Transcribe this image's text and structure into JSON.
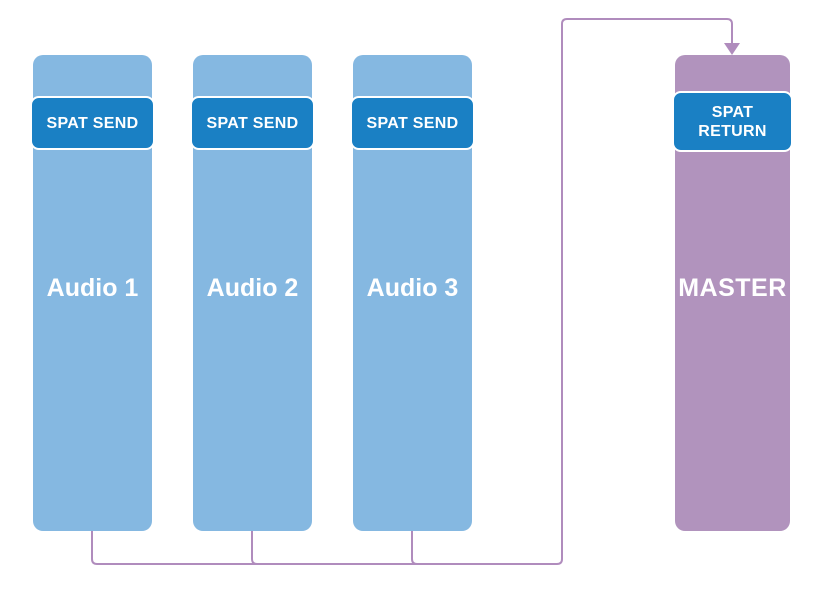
{
  "tracks": [
    {
      "label": "Audio 1",
      "badge": "SPAT SEND"
    },
    {
      "label": "Audio 2",
      "badge": "SPAT SEND"
    },
    {
      "label": "Audio 3",
      "badge": "SPAT SEND"
    }
  ],
  "master": {
    "label": "MASTER",
    "badge": "SPAT\nRETURN"
  },
  "colors": {
    "audio_track_fill": "#85b8e1",
    "master_track_fill": "#b193bd",
    "badge_fill": "#1a80c4",
    "badge_border": "#ffffff",
    "connector_line": "#b08cbd",
    "text": "#ffffff",
    "background": "#ffffff"
  }
}
